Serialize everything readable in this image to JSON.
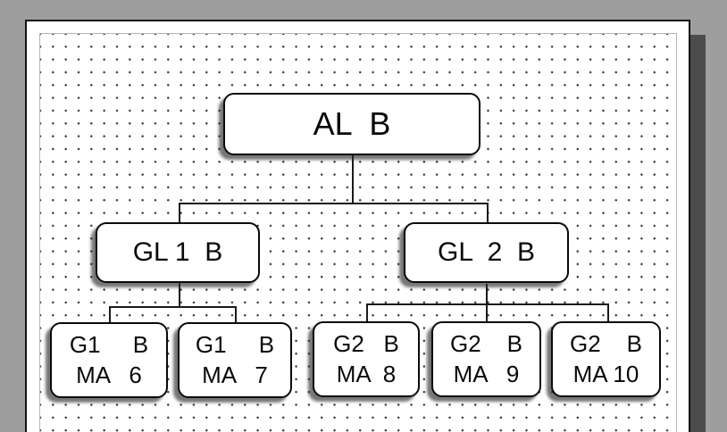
{
  "canvas": {
    "desktop_color": "#9e9e9e",
    "page_color": "#ffffff",
    "page_border_color": "#111111",
    "page_shadow_color": "#4c4c4c",
    "margin_line_color": "#b4b4b4",
    "grid_dot_color": "#303030",
    "connector_color": "#1a1a1a",
    "node_fill": "#ffffff",
    "node_border_color": "#0a0a0a"
  },
  "org_chart": {
    "root": {
      "label": "AL  B",
      "children": [
        {
          "label": "GL 1  B",
          "children": [
            {
              "line1": "G1     B",
              "line2": "MA   6"
            },
            {
              "line1": "G1     B",
              "line2": "MA   7"
            }
          ]
        },
        {
          "label": "GL  2  B",
          "children": [
            {
              "line1": "G2   B",
              "line2": "MA  8"
            },
            {
              "line1": "G2    B",
              "line2": "MA   9"
            },
            {
              "line1": "G2    B",
              "line2": "MA 10"
            }
          ]
        }
      ]
    }
  }
}
